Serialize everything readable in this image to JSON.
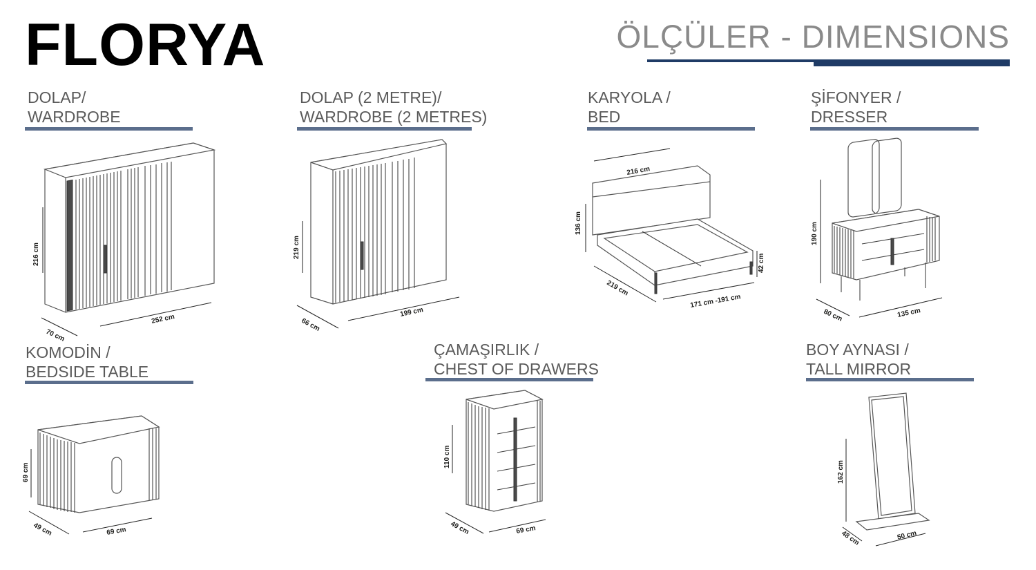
{
  "header": {
    "brand": "FLORYA",
    "title": "ÖLÇÜLER - DIMENSIONS"
  },
  "colors": {
    "accent_navy": "#1f3b66",
    "section_rule": "#5b6e8c",
    "label_gray": "#5a5a5a"
  },
  "sections": {
    "wardrobe": {
      "line1": "DOLAP/",
      "line2": "WARDROBE",
      "width": "252 cm",
      "height": "216 cm",
      "depth": "70 cm"
    },
    "wardrobe2": {
      "line1": "DOLAP (2 METRE)/",
      "line2": "WARDROBE (2 METRES)",
      "width": "199 cm",
      "height": "219 cm",
      "depth": "66 cm"
    },
    "bed": {
      "line1": "KARYOLA /",
      "line2": "BED",
      "width": "216 cm",
      "height": "136 cm",
      "length": "219 cm",
      "mattress": "171 cm -191 cm",
      "side_height": "42 cm"
    },
    "dresser": {
      "line1": "ŞİFONYER /",
      "line2": "DRESSER",
      "width": "135 cm",
      "height": "190 cm",
      "depth": "80 cm"
    },
    "bedside": {
      "line1": "KOMODİN /",
      "line2": "BEDSIDE TABLE",
      "width": "69 cm",
      "height": "69 cm",
      "depth": "49 cm"
    },
    "chest": {
      "line1": "ÇAMAŞIRLIK /",
      "line2": "CHEST OF DRAWERS",
      "width": "69 cm",
      "height": "110 cm",
      "depth": "49 cm"
    },
    "mirror": {
      "line1": "BOY AYNASI /",
      "line2": "TALL MIRROR",
      "width": "50 cm",
      "height": "162 cm",
      "depth": "48 cm"
    }
  }
}
